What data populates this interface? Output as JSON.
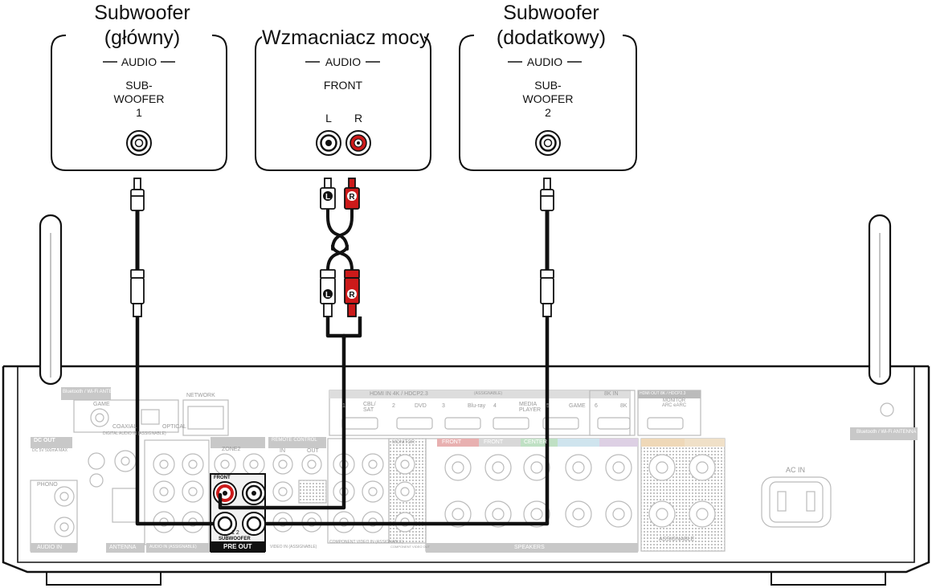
{
  "devices": {
    "subwoofer_main": {
      "title_line1": "Subwoofer",
      "title_line2": "(główny)",
      "audio_label": "AUDIO",
      "jack_label_line1": "SUB-",
      "jack_label_line2": "WOOFER",
      "jack_label_line3": "1"
    },
    "power_amp": {
      "title": "Wzmacniacz mocy",
      "audio_label": "AUDIO",
      "jack_label": "FRONT",
      "left_label": "L",
      "right_label": "R"
    },
    "subwoofer_extra": {
      "title_line1": "Subwoofer",
      "title_line2": "(dodatkowy)",
      "audio_label": "AUDIO",
      "jack_label_line1": "SUB-",
      "jack_label_line2": "WOOFER",
      "jack_label_line3": "2"
    }
  },
  "plugs": {
    "left": "L",
    "right": "R"
  },
  "receiver": {
    "antenna_label": "Bluetooth / Wi-Fi ANTENNA",
    "ant_right_label": "Bluetooth / Wi-Fi ANTENNA",
    "network": "NETWORK",
    "dc_out": "DC OUT",
    "dc_out_sub": "DC 5V 500mA MAX",
    "phono": "PHONO",
    "audio_in": "AUDIO IN",
    "antenna": "ANTENNA",
    "game": "GAME",
    "coaxial": "COAXIAL",
    "optical": "OPTICAL",
    "digital_audio": "DIGITAL AUDIO IN (ASSIGNABLE)",
    "audio_in_assignable": "AUDIO IN (ASSIGNABLE)",
    "zone2": "ZONE2",
    "front": "FRONT",
    "subwoofer": "SUBWOOFER",
    "sub_nums": "1  2",
    "pre_out": "PRE OUT",
    "remote_control": "REMOTE CONTROL",
    "in": "IN",
    "out": "OUT",
    "monitor": "MONITOR",
    "component_video_in": "COMPONENT VIDEO IN (ASSIGNABLE)",
    "component_video_out": "COMPONENT VIDEO OUT",
    "video_in": "VIDEO IN (ASSIGNABLE)",
    "hdmi_in": "HDMI IN  4K / HDCP2.3",
    "assignable": "(ASSIGNABLE)",
    "hdmi_ports": [
      "CBL/ SAT",
      "DVD",
      "Blu-ray",
      "MEDIA PLAYER",
      "GAME"
    ],
    "hdmi_nums": [
      "1",
      "2",
      "3",
      "4",
      "5"
    ],
    "eightk_in": "8K IN",
    "eightk_port": "8K",
    "eightk_num": "6",
    "hdmi_out": "HDMI OUT  8K / HDCP2.3",
    "monitor_arc": "MONITOR ARC eARC",
    "speakers": "SPEAKERS",
    "spk_front": "FRONT",
    "spk_center": "CENTER",
    "spk_assignable": "ASSIGNABLE",
    "ac_in": "AC IN"
  },
  "colors": {
    "red_jack": "#cc1a1a",
    "cable": "#111111"
  }
}
